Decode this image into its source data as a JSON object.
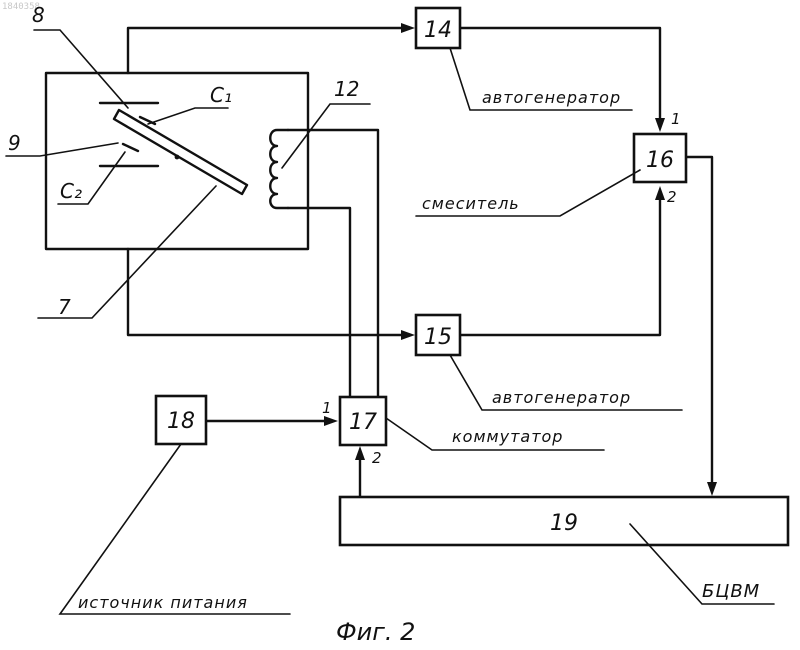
{
  "corner_mark": "1840358",
  "blocks": {
    "b14": "14",
    "b15": "15",
    "b16": "16",
    "b17": "17",
    "b18": "18",
    "b19": "19"
  },
  "labels": {
    "autogen_top": "автогенератор",
    "autogen_bottom": "автогенератор",
    "mixer": "смеситель",
    "commutator": "коммутатор",
    "power_source": "источник питания",
    "computer": "БЦВМ"
  },
  "parts": {
    "p7": "7",
    "p8": "8",
    "p9": "9",
    "p12": "12",
    "c1": "C₁",
    "c2": "C₂"
  },
  "ports": {
    "mixer_in1": "1",
    "mixer_in2": "2",
    "comm_in1": "1",
    "comm_in2": "2"
  },
  "caption": "Фиг. 2"
}
